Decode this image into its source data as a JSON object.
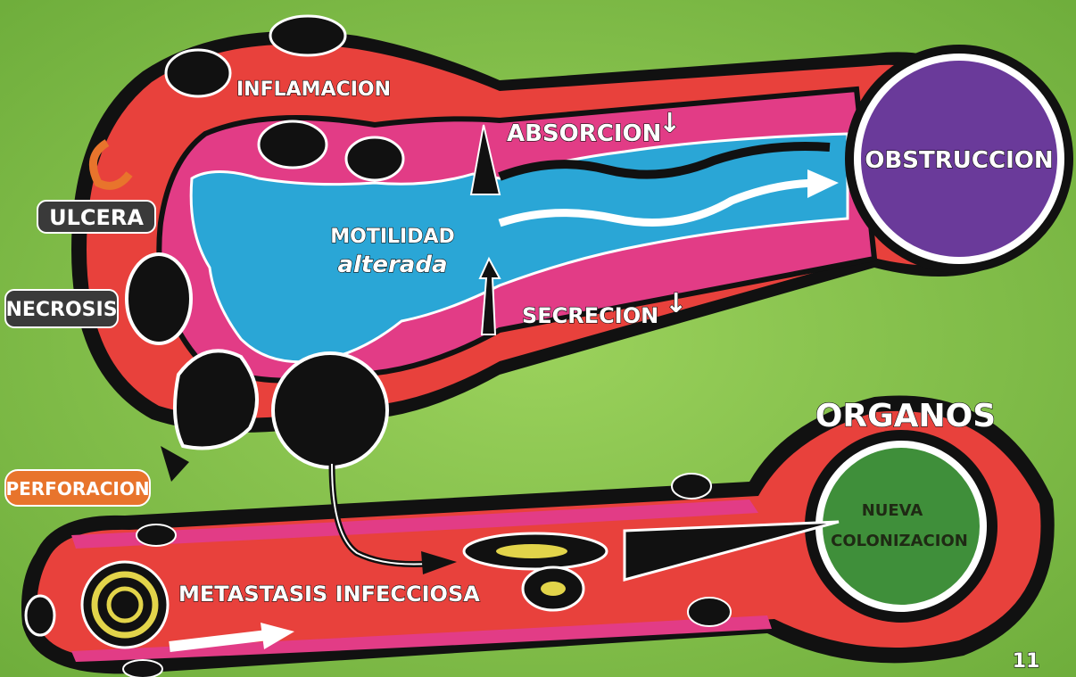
{
  "labels": {
    "inflamacion": "INFLAMACION",
    "absorcion": "ABSORCION",
    "obstruccion": "OBSTRUCCION",
    "ulcera": "ULCERA",
    "motilidad_line1": "MOTILIDAD",
    "motilidad_line2": "alterada",
    "necrosis": "NECROSIS",
    "secrecion": "SECRECION",
    "perforacion": "PERFORACION",
    "organos": "ORGANOS",
    "nueva_line1": "NUEVA",
    "nueva_line2": "COLONIZACION",
    "metastasis": "METASTASIS INFECCIOSA",
    "page_number": "11"
  },
  "colors": {
    "background_green": "#7fbf4a",
    "tissue_red": "#e8413c",
    "mucosa_pink": "#e23c86",
    "lumen_blue": "#2aa6d6",
    "obstruction_purple": "#6a3a9a",
    "colonization_green": "#3f8f3a",
    "outline_black": "#111111",
    "tag_gray": "#3a3a3a",
    "tag_orange": "#e8742c"
  }
}
